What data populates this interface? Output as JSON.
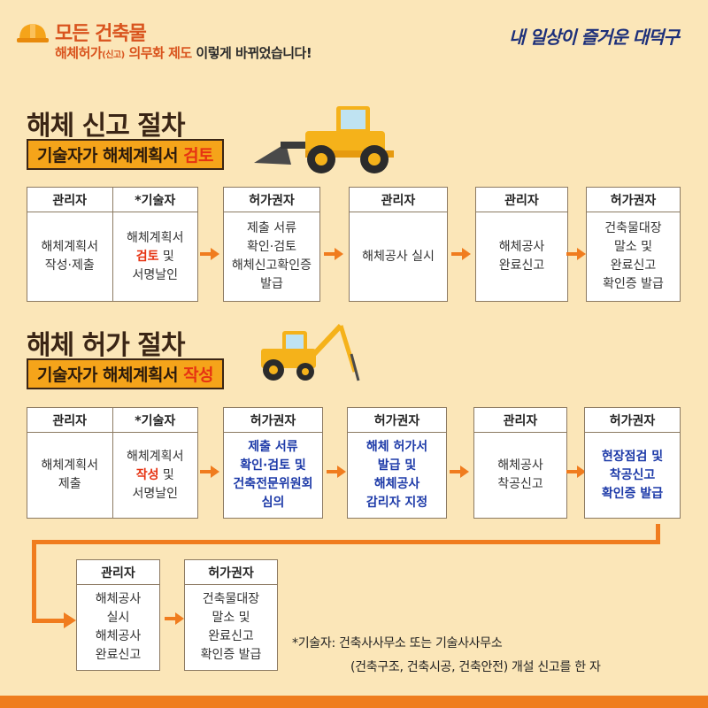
{
  "header": {
    "title": "모든 건축물",
    "sub_prefix": "해체허가",
    "sub_small": "(신고)",
    "sub_mid": " 의무화 제도 ",
    "sub_dark": "이렇게 바뀌었습니다!",
    "slogan": "내 일상이 즐거운 대덕구"
  },
  "report": {
    "title": "해체 신고 절차",
    "subtitle_prefix": "기술자가 해체계획서 ",
    "subtitle_em": "검토",
    "steps": [
      {
        "head": "관리자",
        "lines": [
          "해체계획서",
          "작성·제출"
        ]
      },
      {
        "head": "*기술자",
        "lines": [
          "해체계획서"
        ],
        "em": "검토",
        "after_em": " 및",
        "lines2": [
          "서명날인"
        ]
      },
      {
        "head": "허가권자",
        "lines": [
          "제출 서류",
          "확인·검토",
          "해체신고확인증",
          "발급"
        ]
      },
      {
        "head": "관리자",
        "lines": [
          "해체공사 실시"
        ]
      },
      {
        "head": "관리자",
        "lines": [
          "해체공사",
          "완료신고"
        ]
      },
      {
        "head": "허가권자",
        "lines": [
          "건축물대장",
          "말소 및",
          "완료신고",
          "확인증 발급"
        ]
      }
    ]
  },
  "permit": {
    "title": "해체 허가 절차",
    "subtitle_prefix": "기술자가 해체계획서 ",
    "subtitle_em": "작성",
    "steps": [
      {
        "head": "관리자",
        "lines": [
          "해체계획서",
          "제출"
        ]
      },
      {
        "head": "*기술자",
        "lines": [
          "해체계획서"
        ],
        "em": "작성",
        "after_em": " 및",
        "lines2": [
          "서명날인"
        ]
      },
      {
        "head": "허가권자",
        "lines": [
          "제출 서류",
          "확인·검토 및",
          "건축전문위원회",
          "심의"
        ]
      },
      {
        "head": "허가권자",
        "lines": [
          "해체 허가서",
          "발급 및",
          "해체공사",
          "감리자 지정"
        ]
      },
      {
        "head": "관리자",
        "lines": [
          "해체공사",
          "착공신고"
        ]
      },
      {
        "head": "허가권자",
        "lines": [
          "현장점검 및",
          "착공신고",
          "확인증 발급"
        ]
      },
      {
        "head": "관리자",
        "lines": [
          "해체공사",
          "실시",
          "해체공사",
          "완료신고"
        ]
      },
      {
        "head": "허가권자",
        "lines": [
          "건축물대장",
          "말소 및",
          "완료신고",
          "확인증 발급"
        ]
      }
    ]
  },
  "footnote": {
    "line1": "*기술자: 건축사사무소 또는 기술사사무소",
    "line2": "(건축구조, 건축시공, 건축안전) 개설 신고를 한 자"
  },
  "colors": {
    "background": "#fbe6b8",
    "accent_orange": "#f07c1e",
    "title_orange": "#d9541e",
    "emphasis_red": "#e63312",
    "emphasis_blue": "#1d3aa8"
  }
}
